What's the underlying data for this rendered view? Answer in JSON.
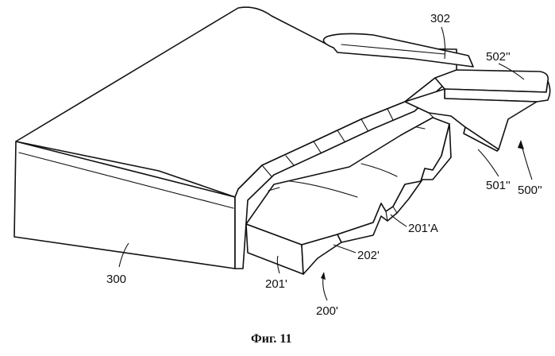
{
  "figure": {
    "caption": "Фиг. 11",
    "labels": {
      "l302": "302",
      "l502": "502''",
      "l501": "501''",
      "l500": "500''",
      "l201a": "201'A",
      "l202": "202'",
      "l201": "201'",
      "l200": "200'",
      "l300": "300"
    }
  }
}
